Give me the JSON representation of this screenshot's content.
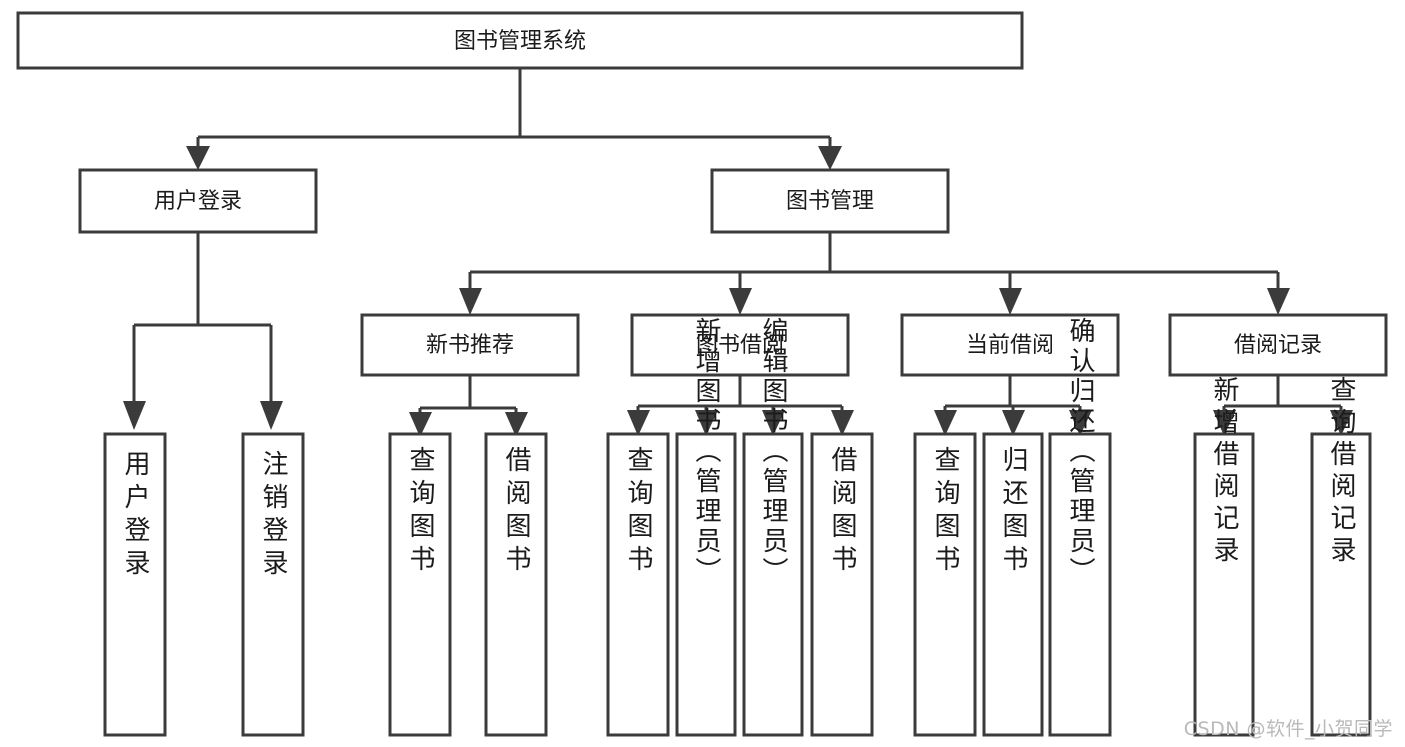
{
  "diagram": {
    "type": "tree-hierarchy",
    "root": {
      "id": "root",
      "label": "图书管理系统"
    },
    "level2": [
      {
        "id": "user-login",
        "label": "用户登录"
      },
      {
        "id": "book-manage",
        "label": "图书管理"
      }
    ],
    "level3": [
      {
        "id": "new-book-recommend",
        "label": "新书推荐",
        "parent": "book-manage"
      },
      {
        "id": "book-borrow",
        "label": "图书借阅",
        "parent": "book-manage"
      },
      {
        "id": "current-borrow",
        "label": "当前借阅",
        "parent": "book-manage"
      },
      {
        "id": "borrow-record",
        "label": "借阅记录",
        "parent": "book-manage"
      }
    ],
    "leaves": [
      {
        "id": "leaf-user-login",
        "label": "用户登录",
        "parent": "user-login"
      },
      {
        "id": "leaf-logout-login",
        "label": "注销登录",
        "parent": "user-login"
      },
      {
        "id": "leaf-query-book-1",
        "label": "查询图书",
        "parent": "new-book-recommend"
      },
      {
        "id": "leaf-borrow-book-1",
        "label": "借阅图书",
        "parent": "new-book-recommend"
      },
      {
        "id": "leaf-query-book-2",
        "label": "查询图书",
        "parent": "book-borrow"
      },
      {
        "id": "leaf-add-book",
        "label": "新增图书（管理员）",
        "parent": "book-borrow"
      },
      {
        "id": "leaf-edit-book",
        "label": "编辑图书（管理员）",
        "parent": "book-borrow"
      },
      {
        "id": "leaf-borrow-book-2",
        "label": "借阅图书",
        "parent": "book-borrow"
      },
      {
        "id": "leaf-query-book-3",
        "label": "查询图书",
        "parent": "current-borrow"
      },
      {
        "id": "leaf-return-book",
        "label": "归还图书",
        "parent": "current-borrow"
      },
      {
        "id": "leaf-confirm-return",
        "label": "确认归还（管理员）",
        "parent": "current-borrow"
      },
      {
        "id": "leaf-add-record",
        "label": "新增借阅记录",
        "parent": "borrow-record"
      },
      {
        "id": "leaf-query-record",
        "label": "查询借阅记录",
        "parent": "borrow-record"
      }
    ],
    "colors": {
      "stroke": "#3b3b3b",
      "fill": "#ffffff",
      "text": "#1b1b1b",
      "watermark": "#b9b9b9",
      "background": "#ffffff"
    }
  },
  "watermark": {
    "text": "CSDN @软件_小贺同学"
  }
}
